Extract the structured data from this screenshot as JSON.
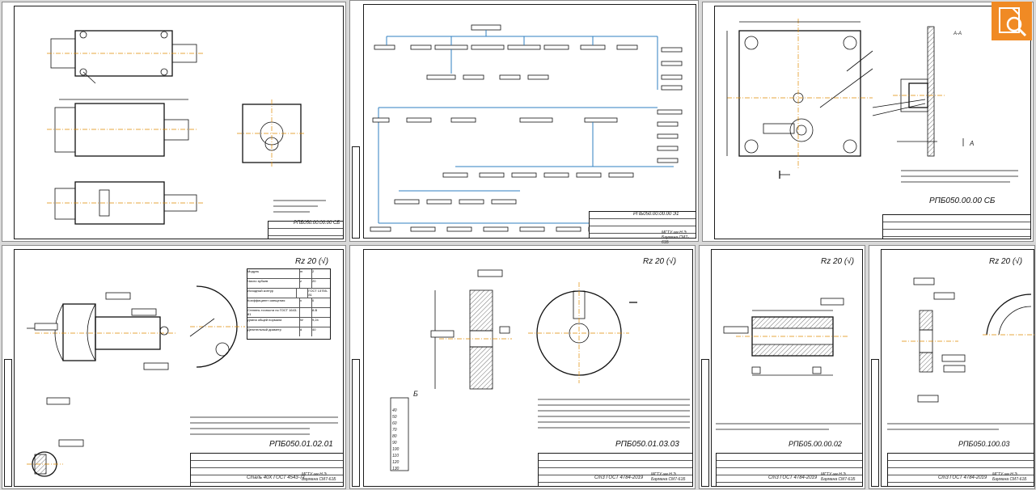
{
  "sheets": {
    "s1": {
      "code": "РПБ050.00.00.00 СБ"
    },
    "s2": {
      "code": "РПБ050.00.00.00 Э1",
      "institution": "МГТУ им Н.Э. Баумана СМ7-61Б"
    },
    "s3": {
      "code": "РПБ050.00.00 СБ",
      "view_label": "А-А",
      "arrow_label": "А"
    },
    "s4": {
      "code": "РПБ050.01.02.01",
      "material": "Сталь 40Х ГОСТ 4543-71",
      "roughness": "Rz 20 (√)",
      "institution": "МГТУ им Н.Э. Баумана СМ7-61Б"
    },
    "s5": {
      "code": "РПБ050.01.03.03",
      "material": "Ст3 ГОСТ 4784-2019",
      "roughness": "Rz 20 (√)",
      "institution": "МГТУ им Н.Э. Баумана СМ7-61Б",
      "section_label": "Б"
    },
    "s6": {
      "code": "РПБ05.00.00.02",
      "material": "Ст3 ГОСТ 4784-2019",
      "roughness": "Rz 20 (√)",
      "institution": "МГТУ им Н.Э. Баумана СМ7-61Б"
    },
    "s7": {
      "code": "РПБ050.100.03",
      "material": "Ст3 ГОСТ 4784-2019",
      "roughness": "Rz 20 (√)",
      "institution": "МГТУ им Н.Э. Баумана СМ7-61Б"
    }
  },
  "gear_table": {
    "rows": [
      [
        "Модуль",
        "m",
        "2"
      ],
      [
        "Число зубьев",
        "z",
        "20"
      ],
      [
        "Исходный контур",
        "",
        "ГОСТ 13755-81"
      ],
      [
        "Коэффициент смещения",
        "x",
        "0"
      ],
      [
        "Степень точности по ГОСТ 1643-81",
        "",
        "8-В"
      ],
      [
        "Длина общей нормали",
        "W",
        "9,24"
      ],
      [
        "Делительный диаметр",
        "d",
        "40"
      ]
    ]
  },
  "scale_marks": [
    "40",
    "50",
    "60",
    "70",
    "80",
    "90",
    "100",
    "110",
    "120",
    "130"
  ],
  "colors": {
    "accent": "#f08a24",
    "diagram_blue": "#2f7fc1",
    "axis_orange": "#e08a00"
  },
  "logo": {
    "icon": "search-document-icon"
  }
}
